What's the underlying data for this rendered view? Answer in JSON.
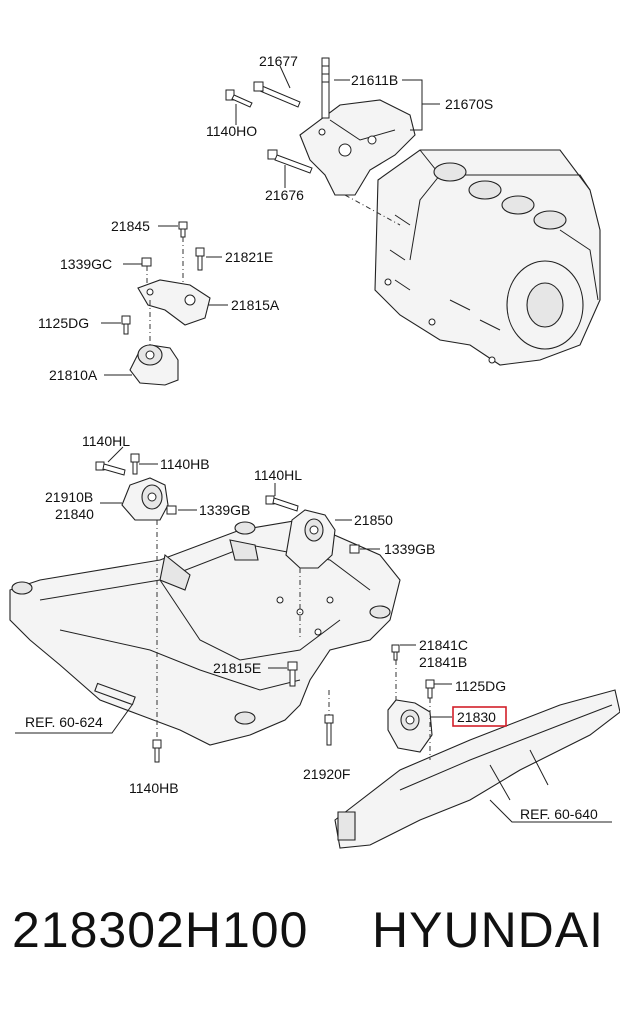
{
  "labels": {
    "p21677": "21677",
    "p21611B": "21611B",
    "p21670S": "21670S",
    "p1140HO": "1140HO",
    "p21676": "21676",
    "p21845": "21845",
    "p1339GC": "1339GC",
    "p21821E": "21821E",
    "p21815A": "21815A",
    "p1125DG_a": "1125DG",
    "p21810A": "21810A",
    "p1140HL_a": "1140HL",
    "p1140HB_a": "1140HB",
    "p21910B": "21910B",
    "p21840": "21840",
    "p1339GB_a": "1339GB",
    "p1140HL_b": "1140HL",
    "p21850": "21850",
    "p1339GB_b": "1339GB",
    "p21841C": "21841C",
    "p21841B": "21841B",
    "p1125DG_b": "1125DG",
    "p21815E": "21815E",
    "p21830": "21830",
    "ref624": "REF. 60-624",
    "p1140HB_b": "1140HB",
    "p21920F": "21920F",
    "ref640": "REF. 60-640"
  },
  "caption": {
    "part_number": "218302H100",
    "brand": "HYUNDAI"
  },
  "colors": {
    "highlight": "#d21f2a",
    "line": "#222222",
    "background": "#ffffff"
  }
}
